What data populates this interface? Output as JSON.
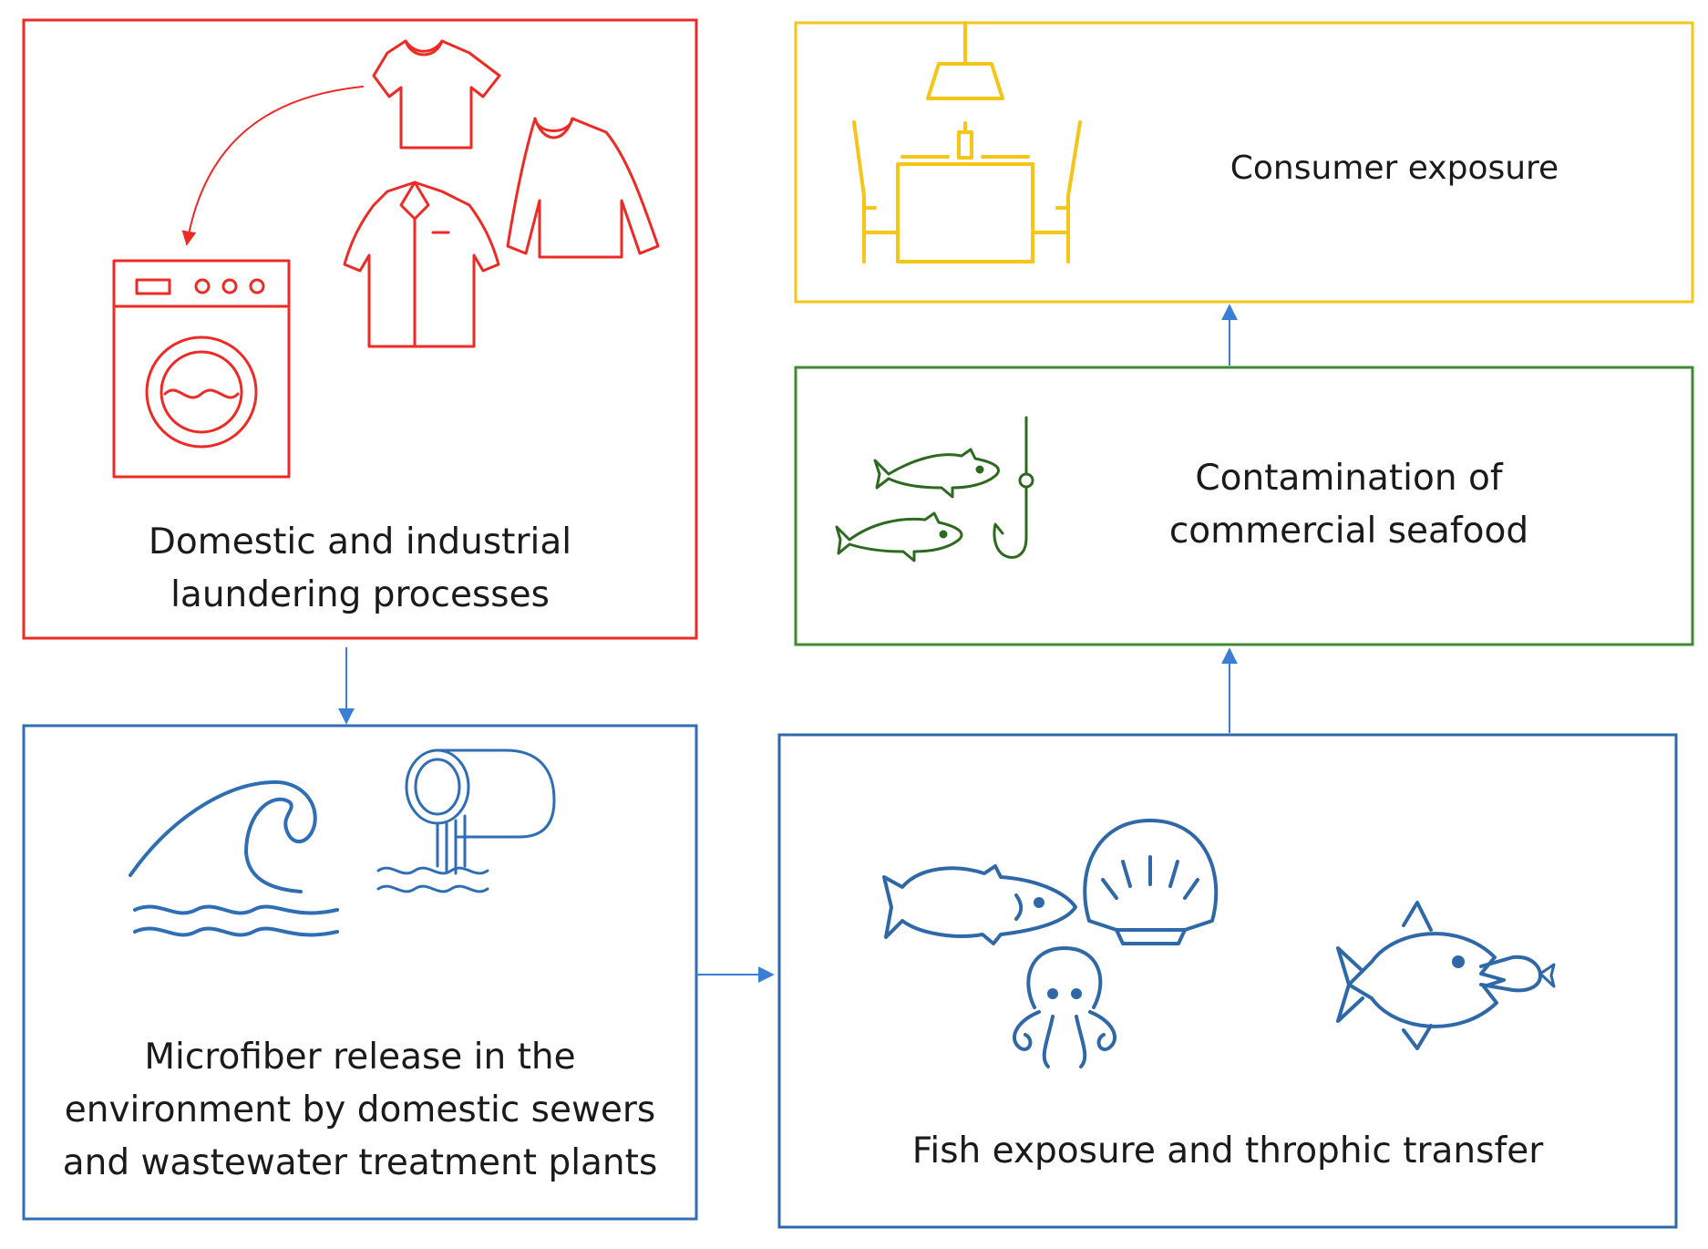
{
  "boxes": {
    "laundering": {
      "label_line1": "Domestic and industrial",
      "label_line2": "laundering processes",
      "color": "#ee2a24"
    },
    "release": {
      "label_line1": "Microfiber release in the",
      "label_line2": "environment by domestic sewers",
      "label_line3": "and wastewater treatment plants",
      "color": "#2f6db5"
    },
    "fish_exposure": {
      "label": "Fish exposure and throphic transfer",
      "color": "#2f68a8"
    },
    "seafood": {
      "label_line1": "Contamination of",
      "label_line2": "commercial seafood",
      "color": "#3f8a32"
    },
    "consumer": {
      "label": "Consumer exposure",
      "color": "#f5c518"
    }
  },
  "icons": {
    "laundering": [
      "t-shirt-icon",
      "long-sleeve-shirt-icon",
      "collared-shirt-icon",
      "washing-machine-icon",
      "curved-arrow-icon"
    ],
    "release": [
      "ocean-wave-icon",
      "drain-pipe-icon"
    ],
    "fish_exposure": [
      "fish-icon",
      "scallop-shell-icon",
      "octopus-icon",
      "big-fish-eating-small-fish-icon"
    ],
    "seafood": [
      "fish-pair-icon",
      "fishing-hook-icon"
    ],
    "consumer": [
      "dining-table-icon",
      "ceiling-lamp-icon",
      "chairs-icon"
    ]
  },
  "arrow_color": "#3a7fd5"
}
